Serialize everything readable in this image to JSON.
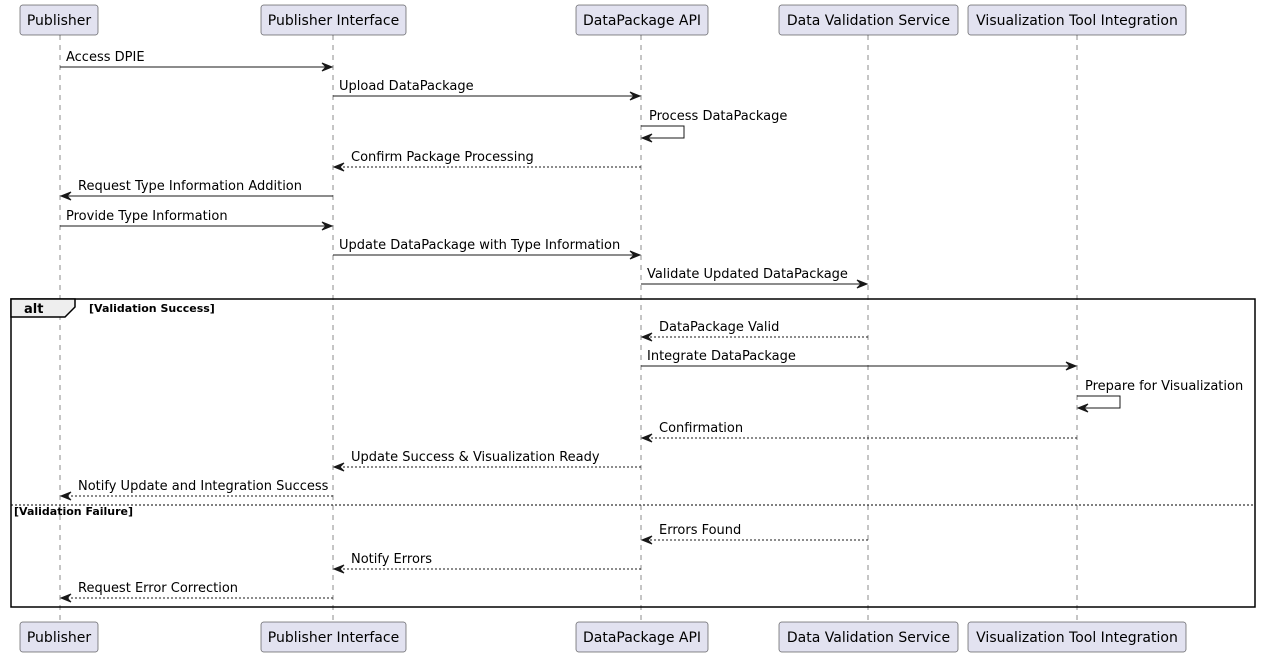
{
  "participants": [
    {
      "id": "pub",
      "label": "Publisher"
    },
    {
      "id": "pi",
      "label": "Publisher Interface"
    },
    {
      "id": "api",
      "label": "DataPackage API"
    },
    {
      "id": "dvs",
      "label": "Data Validation Service"
    },
    {
      "id": "vti",
      "label": "Visualization Tool Integration"
    }
  ],
  "messages": [
    {
      "from": "pub",
      "to": "pi",
      "label": "Access DPIE",
      "style": "solid"
    },
    {
      "from": "pi",
      "to": "api",
      "label": "Upload DataPackage",
      "style": "solid"
    },
    {
      "from": "api",
      "to": "api",
      "label": "Process DataPackage",
      "style": "solid"
    },
    {
      "from": "api",
      "to": "pi",
      "label": "Confirm Package Processing",
      "style": "dashed"
    },
    {
      "from": "pi",
      "to": "pub",
      "label": "Request Type Information Addition",
      "style": "solid"
    },
    {
      "from": "pub",
      "to": "pi",
      "label": "Provide Type Information",
      "style": "solid"
    },
    {
      "from": "pi",
      "to": "api",
      "label": "Update DataPackage with Type Information",
      "style": "solid"
    },
    {
      "from": "api",
      "to": "dvs",
      "label": "Validate Updated DataPackage",
      "style": "solid"
    },
    {
      "from": "dvs",
      "to": "api",
      "label": "DataPackage Valid",
      "style": "dashed"
    },
    {
      "from": "api",
      "to": "vti",
      "label": "Integrate DataPackage",
      "style": "solid"
    },
    {
      "from": "vti",
      "to": "vti",
      "label": "Prepare for Visualization",
      "style": "solid"
    },
    {
      "from": "vti",
      "to": "api",
      "label": "Confirmation",
      "style": "dashed"
    },
    {
      "from": "api",
      "to": "pi",
      "label": "Update Success & Visualization Ready",
      "style": "dashed"
    },
    {
      "from": "pi",
      "to": "pub",
      "label": "Notify Update and Integration Success",
      "style": "dashed"
    },
    {
      "from": "dvs",
      "to": "api",
      "label": "Errors Found",
      "style": "dashed"
    },
    {
      "from": "api",
      "to": "pi",
      "label": "Notify Errors",
      "style": "dashed"
    },
    {
      "from": "pi",
      "to": "pub",
      "label": "Request Error Correction",
      "style": "dashed"
    }
  ],
  "frame": {
    "keyword": "alt",
    "guards": [
      "[Validation Success]",
      "[Validation Failure]"
    ]
  }
}
